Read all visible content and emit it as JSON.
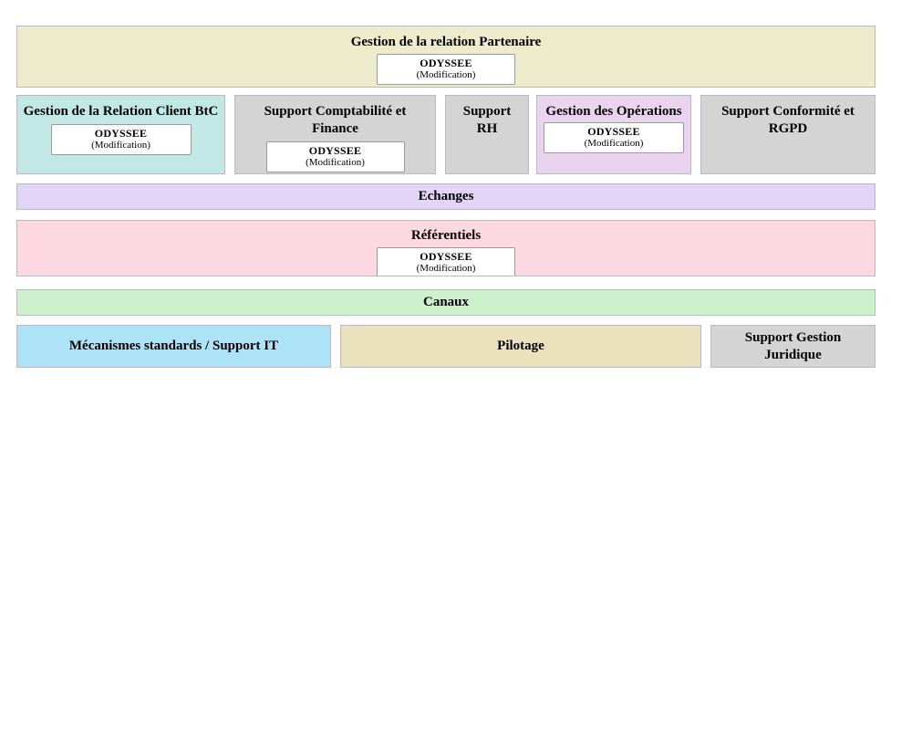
{
  "diagram": {
    "rows": [
      {
        "id": "row-partenaire",
        "blocks": [
          {
            "id": "partenaire",
            "title": "Gestion de la relation Partenaire",
            "bg": "#ecebcc",
            "app": {
              "name": "ODYSSEE",
              "state": "(Modification)"
            }
          }
        ]
      },
      {
        "id": "row-domaines",
        "blocks": [
          {
            "id": "client-btc",
            "title": "Gestion de la Relation Client BtC",
            "bg": "#c2e8e5",
            "app": {
              "name": "ODYSSEE",
              "state": "(Modification)"
            }
          },
          {
            "id": "compta-finance",
            "title": "Support Comptabilité et Finance",
            "bg": "#d4d4d4",
            "app": {
              "name": "ODYSSEE",
              "state": "(Modification)"
            }
          },
          {
            "id": "rh",
            "title": "Support RH",
            "bg": "#d4d4d4",
            "app": null
          },
          {
            "id": "operations",
            "title": "Gestion des Opérations",
            "bg": "#e9d3ee",
            "app": {
              "name": "ODYSSEE",
              "state": "(Modification)"
            }
          },
          {
            "id": "conformite",
            "title": "Support Conformité et RGPD",
            "bg": "#d4d4d4",
            "app": null
          }
        ]
      },
      {
        "id": "row-echanges",
        "blocks": [
          {
            "id": "echanges",
            "title": "Echanges",
            "bg": "#e2d4f7",
            "app": null
          }
        ]
      },
      {
        "id": "row-referentiels",
        "blocks": [
          {
            "id": "referentiels",
            "title": "Référentiels",
            "bg": "#fcd9e0",
            "app": {
              "name": "ODYSSEE",
              "state": "(Modification)"
            }
          }
        ]
      },
      {
        "id": "row-canaux",
        "blocks": [
          {
            "id": "canaux",
            "title": "Canaux",
            "bg": "#cdf0cd",
            "app": null
          }
        ]
      },
      {
        "id": "row-supports",
        "blocks": [
          {
            "id": "mecanismes",
            "title": "Mécanismes standards / Support IT",
            "bg": "#aee3f7",
            "app": null
          },
          {
            "id": "pilotage",
            "title": "Pilotage",
            "bg": "#ebe2bd",
            "app": null
          },
          {
            "id": "juridique",
            "title": "Support Gestion Juridique",
            "bg": "#d4d4d4",
            "app": null
          }
        ]
      }
    ]
  }
}
